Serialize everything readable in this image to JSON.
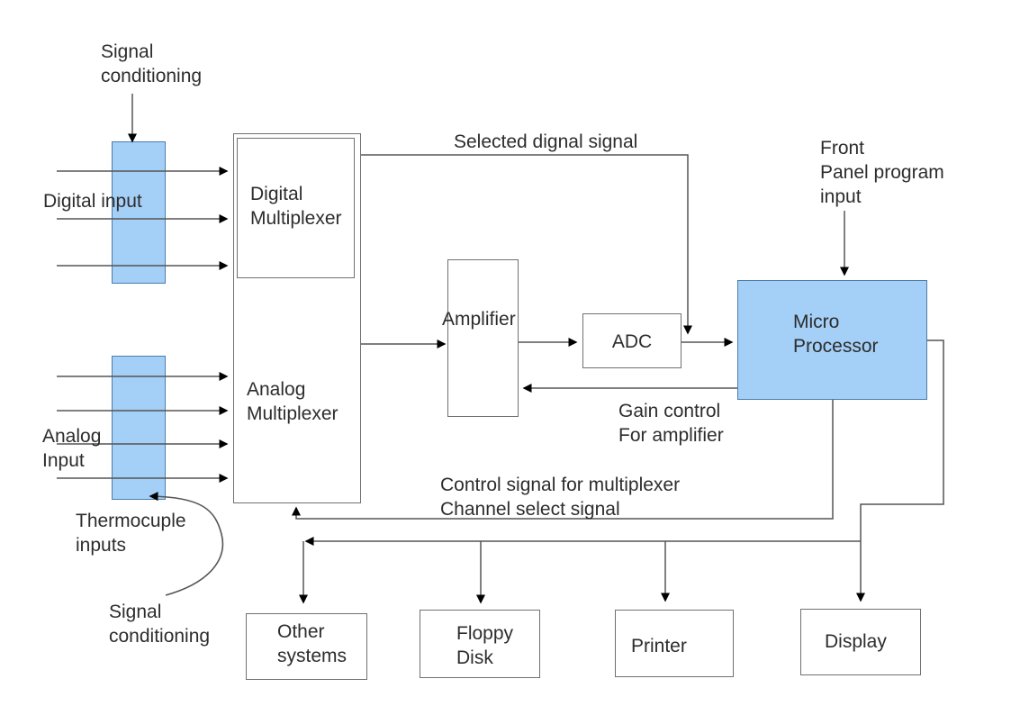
{
  "diagram_type": "block-diagram",
  "nodes": {
    "digital_multiplexer": "Digital\nMultiplexer",
    "analog_multiplexer": "Analog\nMultiplexer",
    "amplifier": "Amplifier",
    "adc": "ADC",
    "micro_processor": "Micro\nProcessor",
    "other_systems": "Other\nsystems",
    "floppy_disk": "Floppy\nDisk",
    "printer": "Printer",
    "display": "Display"
  },
  "labels": {
    "signal_conditioning_top": "Signal\nconditioning",
    "digital_input": "Digital input",
    "selected_signal": "Selected dignal signal",
    "front_panel_input": "Front\nPanel program\ninput",
    "analog_input": "Analog\nInput",
    "thermocouple_inputs": "Thermocuple\ninputs",
    "signal_conditioning_bottom": "Signal\nconditioning",
    "gain_control": "Gain control\nFor amplifier",
    "control_signal": "Control signal for multiplexer\nChannel select signal"
  },
  "colors": {
    "background": "#ffffff",
    "blue_fill": "#a4cff7",
    "blue_border": "#4d7dab",
    "box_border": "#707070",
    "connector": "#555555",
    "arrowhead": "#000000",
    "text": "#2d2d2d"
  }
}
